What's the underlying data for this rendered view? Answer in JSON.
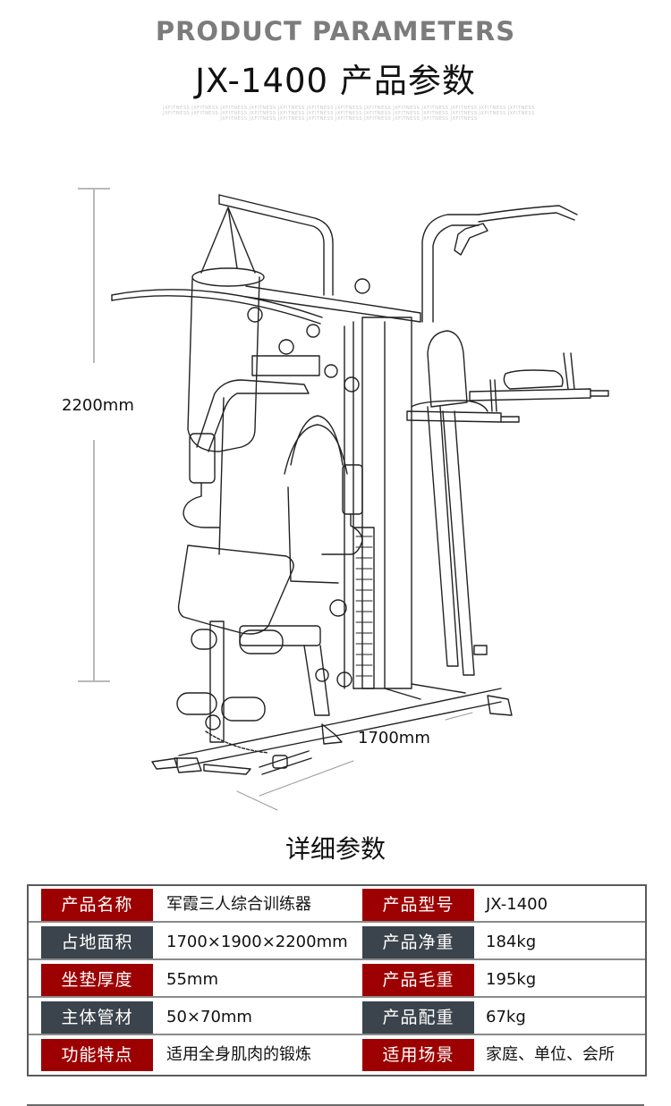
{
  "header": {
    "title_en": "PRODUCT PARAMETERS",
    "title_cn": "JX-1400 产品参数",
    "watermark_lines": [
      "JXFITNESS JXFITNESS JXFITNESS JXFITNESS JXFITNESS JXFITNESS JXFITNESS JXFITNESS JXFITNESS JXFITNESS JXFITNESS JXFITNESS JXFITNESS",
      "JXFITNESS JXFITNESS JXFITNESS JXFITNESS JXFITNESS JXFITNESS JXFITNESS JXFITNESS JXFITNESS JXFITNESS JXFITNESS JXFITNESS JXFITNESS",
      "JXFITNESS JXFITNESS JXFITNESS JXFITNESS JXFITNESS JXFITNESS JXFITNESS JXFITNESS JXFITNESS"
    ]
  },
  "illustration": {
    "subject": "three-station home gym machine line drawing",
    "height_label": "2200mm",
    "width_label": "1700mm"
  },
  "section": {
    "title": "详细参数"
  },
  "colors": {
    "label_red": "#9d0000",
    "label_slate": "#3b444c",
    "title_gray": "#7c7c7c"
  },
  "specs": {
    "rows": [
      {
        "left": {
          "label": "产品名称",
          "value": "军霞三人综合训练器",
          "style": "red"
        },
        "right": {
          "label": "产品型号",
          "value": "JX-1400",
          "style": "red"
        }
      },
      {
        "left": {
          "label": "占地面积",
          "value": "1700×1900×2200mm",
          "style": "slate"
        },
        "right": {
          "label": "产品净重",
          "value": "184kg",
          "style": "slate"
        }
      },
      {
        "left": {
          "label": "坐垫厚度",
          "value": "55mm",
          "style": "red"
        },
        "right": {
          "label": "产品毛重",
          "value": "195kg",
          "style": "red"
        }
      },
      {
        "left": {
          "label": "主体管材",
          "value": "50×70mm",
          "style": "slate"
        },
        "right": {
          "label": "产品配重",
          "value": "67kg",
          "style": "slate"
        }
      },
      {
        "left": {
          "label": "功能特点",
          "value": "适用全身肌肉的锻炼",
          "style": "red"
        },
        "right": {
          "label": "适用场景",
          "value": "家庭、单位、会所",
          "style": "red"
        }
      }
    ]
  }
}
